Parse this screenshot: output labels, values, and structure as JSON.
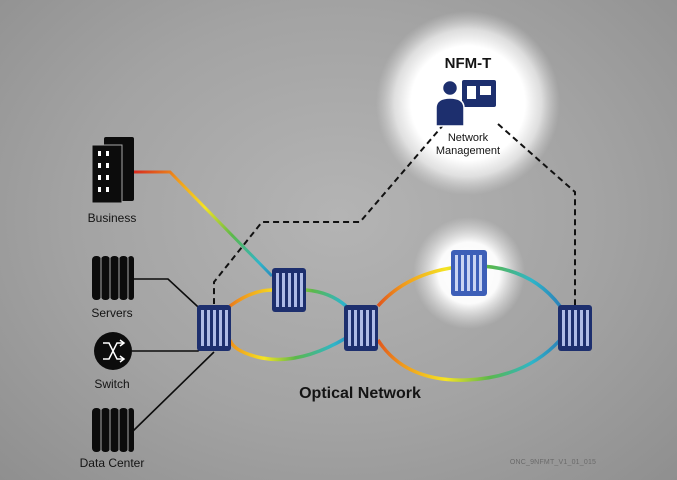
{
  "nfm": {
    "title": "NFM-T",
    "line1": "Network",
    "line2": "Management"
  },
  "devices": {
    "business": "Business",
    "servers": "Servers",
    "switch": "Switch",
    "datacenter": "Data Center"
  },
  "network_label": "Optical Network",
  "figure_code": "ONC_9NFMT_V1_01_015",
  "colors": {
    "node_fill": "#1d2f6e",
    "node_stripe": "#aebbe6",
    "node_highlight_fill": "#3d5fb8",
    "device_black": "#0c0c0c",
    "spectrum": [
      "#d7261e",
      "#f09a1c",
      "#f5e423",
      "#5cb84a",
      "#2eb5c9",
      "#2a67b1"
    ]
  }
}
